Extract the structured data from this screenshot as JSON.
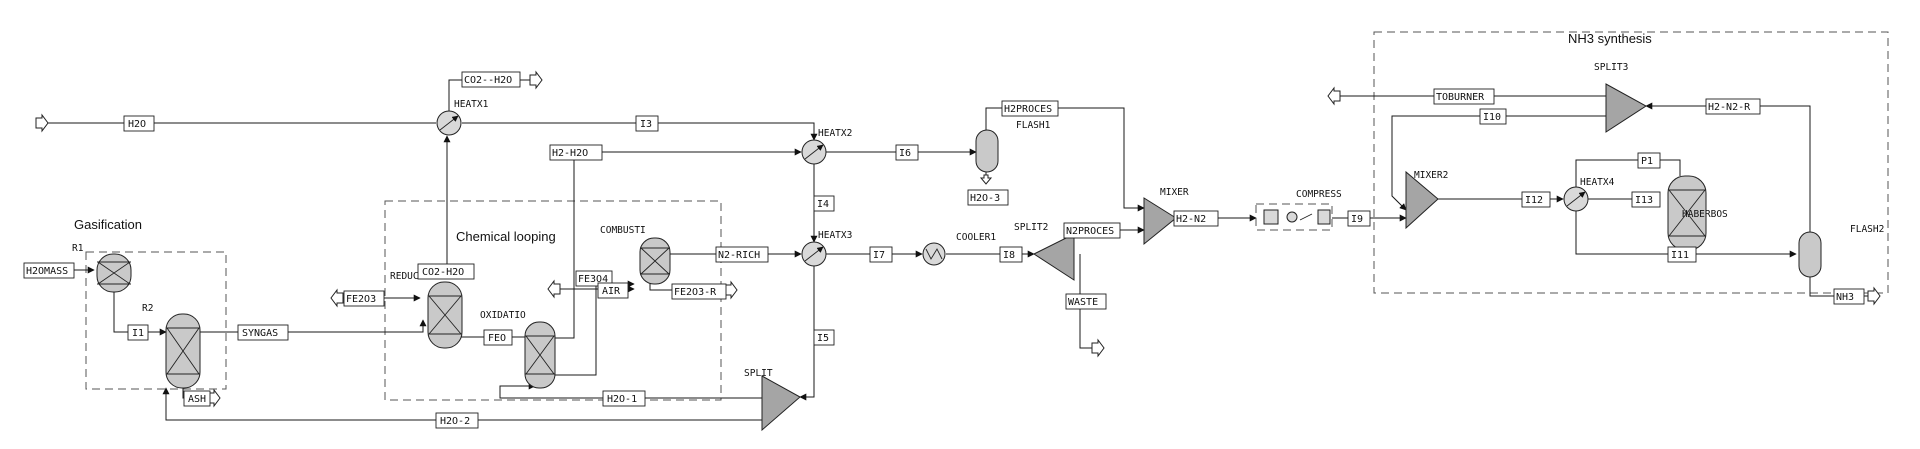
{
  "sections": {
    "gasification": "Gasification",
    "chemical_looping": "Chemical looping",
    "nh3_synthesis": "NH3 synthesis"
  },
  "blocks": {
    "r1": "R1",
    "r2": "R2",
    "reduc": "REDUC",
    "oxidatio": "OXIDATIO",
    "combusti": "COMBUSTI",
    "heatx1": "HEATX1",
    "heatx2": "HEATX2",
    "heatx3": "HEATX3",
    "heatx4": "HEATX4",
    "flash1": "FLASH1",
    "flash2": "FLASH2",
    "cooler1": "COOLER1",
    "split": "SPLIT",
    "split2": "SPLIT2",
    "split3": "SPLIT3",
    "mixer": "MIXER",
    "mixer2": "MIXER2",
    "compress": "COMPRESS",
    "haberbos": "HABERBOS"
  },
  "streams": {
    "h2omass": "H2OMASS",
    "i1": "I1",
    "ash": "ASH",
    "syngas": "SYNGAS",
    "h2o": "H2O",
    "h2o_2": "H2O-2",
    "h2o_1": "H2O-1",
    "fe2o3": "FE2O3",
    "co2_h2o": "CO2-H2O",
    "co2_h2o_top": "CO2--H2O",
    "feo": "FEO",
    "fe3o4": "FE3O4",
    "air": "AIR",
    "fe2o3_r": "FE2O3-R",
    "n2_rich": "N2-RICH",
    "h2_h2o": "H2-H2O",
    "i3": "I3",
    "i4": "I4",
    "i5": "I5",
    "i6": "I6",
    "i7": "I7",
    "i8": "I8",
    "i9": "I9",
    "i10": "I10",
    "i11": "I11",
    "i12": "I12",
    "i13": "I13",
    "p1": "P1",
    "h2proces": "H2PROCES",
    "n2proces": "N2PROCES",
    "h2o_3": "H2O-3",
    "waste": "WASTE",
    "h2_n2": "H2-N2",
    "h2_n2_r": "H2-N2-R",
    "toburner": "TOBURNER",
    "nh3": "NH3"
  }
}
